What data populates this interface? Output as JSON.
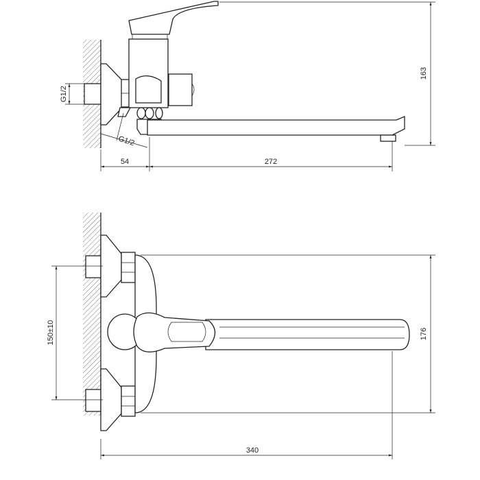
{
  "side_view": {
    "height_dim": "163",
    "wall_offset_dim": "54",
    "spout_reach_dim": "272",
    "inlet_thread_label": "G1/2",
    "outlet_thread_label": "G1/2"
  },
  "top_view": {
    "inlet_spacing_dim": "150±10",
    "width_dim": "176",
    "total_length_dim": "340"
  }
}
